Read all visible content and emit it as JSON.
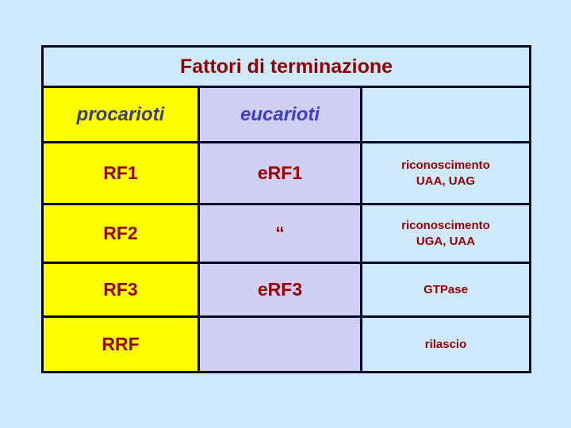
{
  "slide": {
    "background_color": "#cde9fb",
    "title": "Fattori di terminazione",
    "title_color": "#8f0000"
  },
  "table": {
    "border_color": "#000428",
    "text_color": "#990000",
    "columns": [
      {
        "key": "procarioti",
        "label": "procarioti",
        "bg": "#ffff00",
        "label_color": "#3c3c85"
      },
      {
        "key": "eucarioti",
        "label": "eucarioti",
        "bg": "#d1cef3",
        "label_color": "#3d3dcd"
      },
      {
        "key": "note",
        "label": "",
        "bg": "#cde9fb",
        "label_color": "#990000"
      }
    ],
    "rows": [
      {
        "procarioti": "RF1",
        "eucarioti": "eRF1",
        "note": "riconoscimento\nUAA, UAG"
      },
      {
        "procarioti": "RF2",
        "eucarioti": "“",
        "note": "riconoscimento\nUGA, UAA"
      },
      {
        "procarioti": "RF3",
        "eucarioti": "eRF3",
        "note": "GTPase"
      },
      {
        "procarioti": "RRF",
        "eucarioti": "",
        "note": "rilascio"
      }
    ]
  }
}
